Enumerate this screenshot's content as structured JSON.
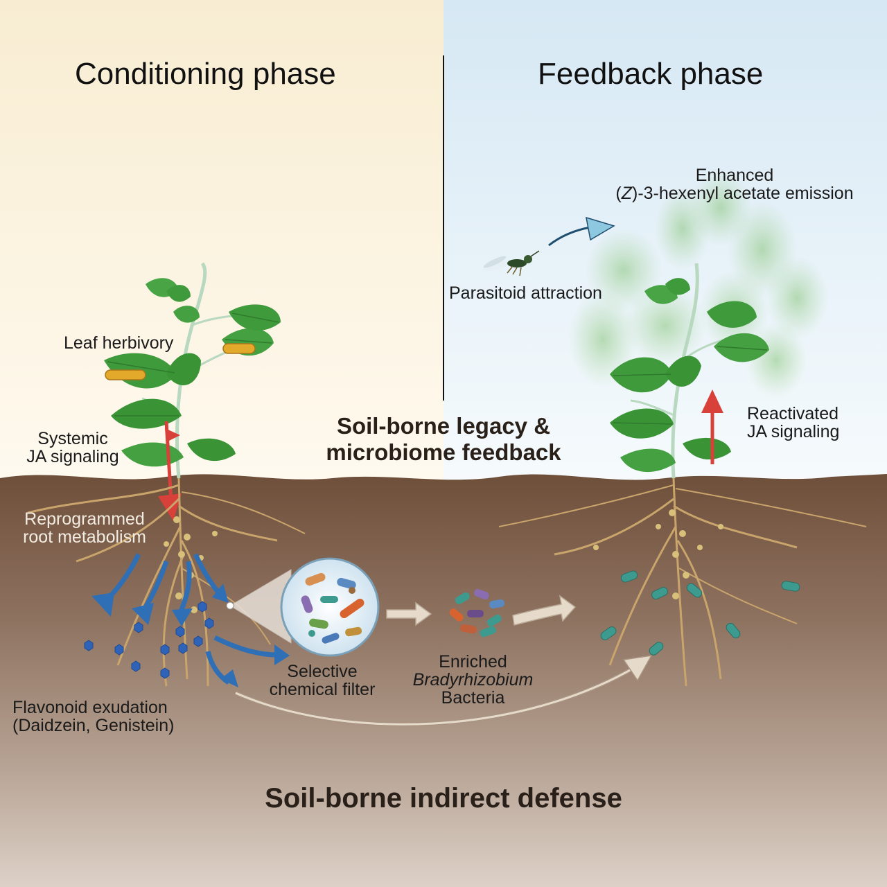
{
  "phases": {
    "left": "Conditioning phase",
    "right": "Feedback phase"
  },
  "center_title_line1": "Soil-borne legacy &",
  "center_title_line2": "microbiome feedback",
  "bottom_title": "Soil-borne indirect defense",
  "labels": {
    "leaf_herbivory": "Leaf herbivory",
    "systemic_line1": "Systemic",
    "systemic_line2": "JA signaling",
    "reprogrammed_line1": "Reprogrammed",
    "reprogrammed_line2": "root metabolism",
    "flavonoid_line1": "Flavonoid exudation",
    "flavonoid_line2": "(Daidzein, Genistein)",
    "selective_line1": "Selective",
    "selective_line2": "chemical filter",
    "enriched_line1": "Enriched",
    "enriched_line2": "Bradyrhizobium",
    "enriched_line3": "Bacteria",
    "enhanced_line1": "Enhanced",
    "enhanced_line2_pre": "(",
    "enhanced_line2_z": "Z",
    "enhanced_line2_post": ")-3-hexenyl acetate emission",
    "parasitoid": "Parasitoid attraction",
    "reactivated_line1": "Reactivated",
    "reactivated_line2": "JA signaling"
  },
  "colors": {
    "sky_left": "#fbf3de",
    "sky_right": "#dcecf6",
    "soil_top": "#7a5a44",
    "soil_bottom": "#d9cbbf",
    "leaf": "#3f9a3c",
    "red_arrow": "#d8403a",
    "blue_arrow": "#2f6fb5",
    "flavonoid": "#2f63b8",
    "bacteria_teal": "#3d9a8e"
  },
  "icons": [
    "caterpillar-icon",
    "wasp-icon",
    "bacteria-icon",
    "flavonoid-hexagon-icon",
    "magnifier-circle-icon"
  ]
}
